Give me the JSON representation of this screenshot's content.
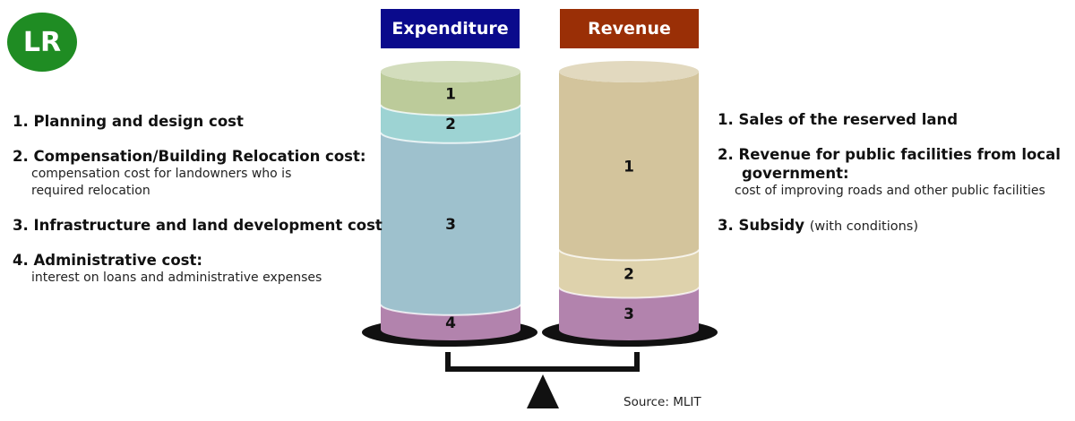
{
  "logo": {
    "text": "LR",
    "color": "#1f8c23"
  },
  "headers": {
    "expenditure": {
      "label": "Expenditure",
      "color": "#0a0a8c"
    },
    "revenue": {
      "label": "Revenue",
      "color": "#9a2f06"
    }
  },
  "expenditure_items": [
    {
      "title": "1. Planning and design cost",
      "desc": ""
    },
    {
      "title": "2. Compensation/Building Relocation cost:",
      "desc": "compensation cost for landowners who is required relocation"
    },
    {
      "title": "3. Infrastructure and land development cost",
      "desc": ""
    },
    {
      "title": "4. Administrative cost:",
      "desc": "interest on loans and administrative expenses"
    }
  ],
  "revenue_items": {
    "item1": {
      "title": "1. Sales of the reserved land"
    },
    "item2": {
      "title": "2. Revenue for public facilities from local",
      "title_cont": "government:",
      "desc": "cost of improving roads and other public facilities"
    },
    "item3": {
      "title": "3. Subsidy",
      "note": "(with conditions)"
    }
  },
  "cylinders": {
    "expenditure": [
      {
        "label": "1",
        "share": 0.13,
        "color": "#bccb9a"
      },
      {
        "label": "2",
        "share": 0.11,
        "color": "#9dd3d3"
      },
      {
        "label": "3",
        "share": 0.68,
        "color": "#9ec1cd"
      },
      {
        "label": "4",
        "share": 0.1,
        "color": "#b283ad"
      }
    ],
    "revenue": [
      {
        "label": "1",
        "share": 0.71,
        "color": "#d3c49c"
      },
      {
        "label": "2",
        "share": 0.15,
        "color": "#ded2ac"
      },
      {
        "label": "3",
        "share": 0.17,
        "color": "#b283ad"
      }
    ]
  },
  "source": "Source: MLIT"
}
